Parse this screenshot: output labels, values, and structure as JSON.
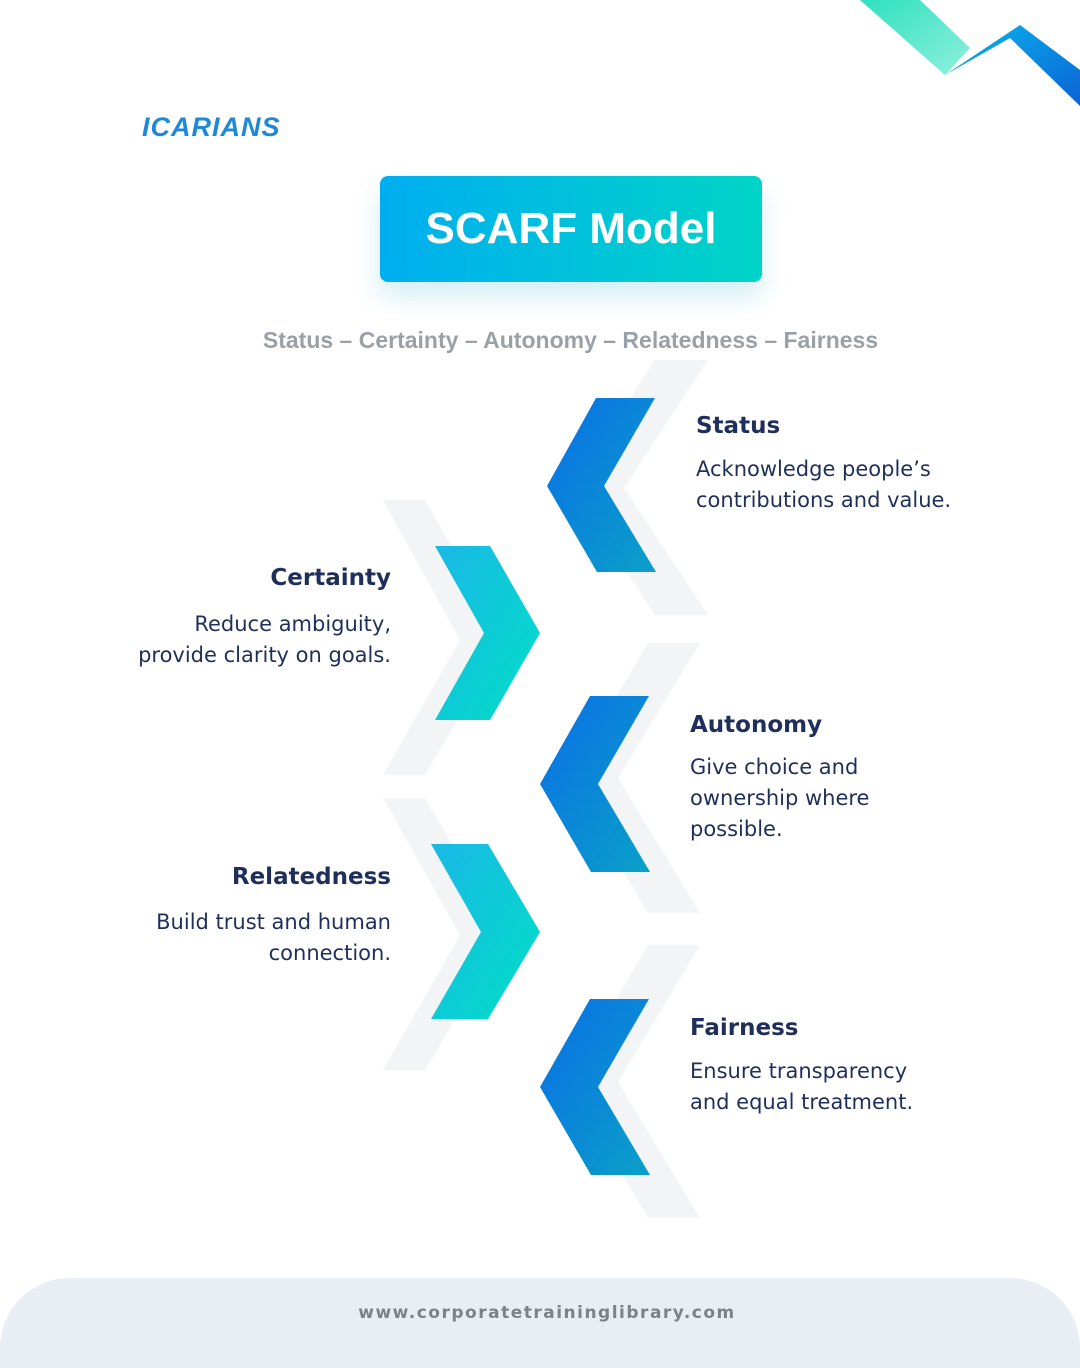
{
  "brand": {
    "logo_text": "ICARIANS"
  },
  "title": "SCARF Model",
  "subtitle": "Status – Certainty – Autonomy – Relatedness – Fairness",
  "elements": [
    {
      "label": "Status",
      "lines": [
        "Acknowledge people’s",
        "contributions and value."
      ],
      "side": "right"
    },
    {
      "label": "Certainty",
      "lines": [
        "Reduce ambiguity,",
        "provide clarity on goals."
      ],
      "side": "left"
    },
    {
      "label": "Autonomy",
      "lines": [
        "Give choice and",
        "ownership where",
        "possible."
      ],
      "side": "right"
    },
    {
      "label": "Relatedness",
      "lines": [
        "Build trust and human",
        "connection."
      ],
      "side": "left"
    },
    {
      "label": "Fairness",
      "lines": [
        "Ensure transparency",
        "and equal treatment."
      ],
      "side": "right"
    }
  ],
  "footer": {
    "url": "www.corporatetraininglibrary.com"
  },
  "colors": {
    "heading": "#1f2f5b",
    "blue_gradient": [
      "#0a6fe6",
      "#0aa0c8"
    ],
    "teal_gradient": [
      "#1ab8e6",
      "#00dfc6"
    ],
    "title_gradient": [
      "#00aef0",
      "#00d4c7"
    ],
    "subtitle": "#9aa0a6",
    "footer_bg": "#e9edf4"
  }
}
